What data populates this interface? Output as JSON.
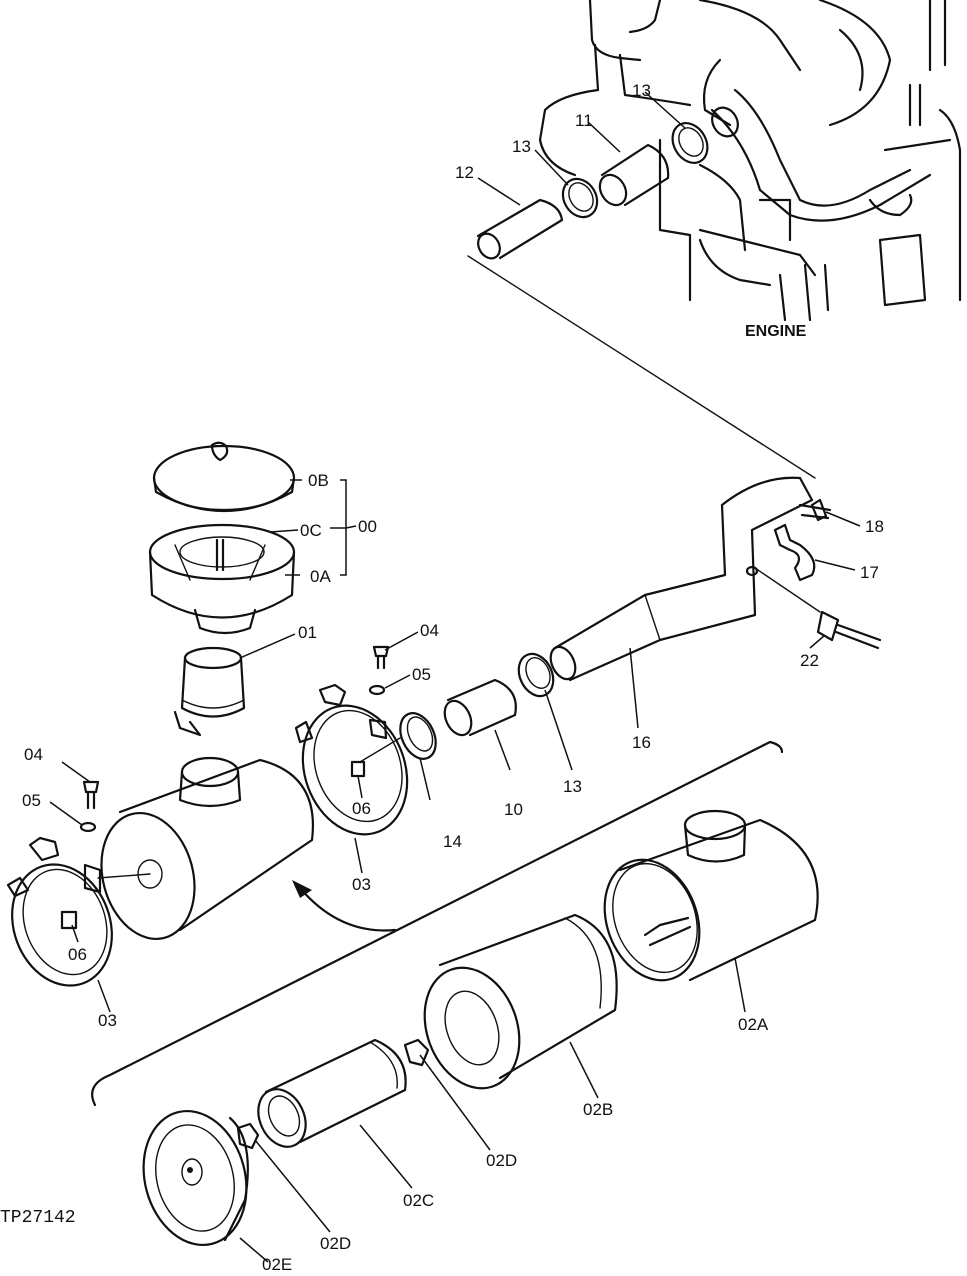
{
  "figure_id": "TP27142",
  "engine_label": "ENGINE",
  "labels": {
    "p00": "00",
    "p0A": "0A",
    "p0B": "0B",
    "p0C": "0C",
    "p01": "01",
    "p02A": "02A",
    "p02B": "02B",
    "p02C": "02C",
    "p02D_upper": "02D",
    "p02D_lower": "02D",
    "p02E": "02E",
    "p03_left": "03",
    "p03_right": "03",
    "p04_left": "04",
    "p04_right": "04",
    "p05_left": "05",
    "p05_right": "05",
    "p06_left": "06",
    "p06_right": "06",
    "p10": "10",
    "p11": "11",
    "p12": "12",
    "p13_top_left": "13",
    "p13_top_right": "13",
    "p13_mid": "13",
    "p14": "14",
    "p16": "16",
    "p17": "17",
    "p18": "18",
    "p22": "22"
  }
}
